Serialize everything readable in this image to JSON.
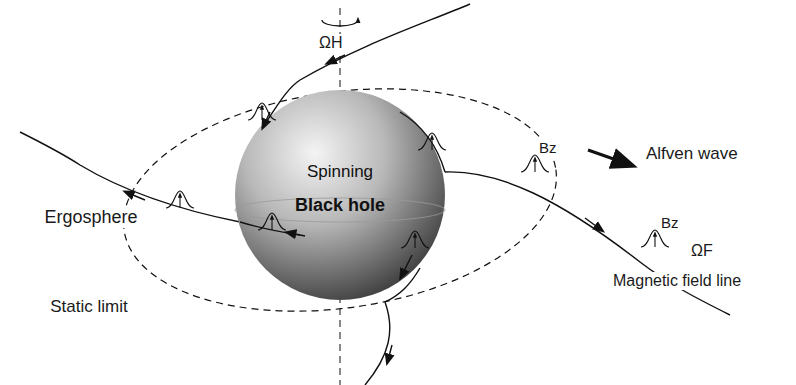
{
  "diagram": {
    "nodes": [
      {
        "text": [
          "Spinning",
          "Black hole"
        ]
      }
    ],
    "labels": [
      "ΩH",
      "Ergosphere",
      "Static limit",
      "Alfven wave",
      "Bz",
      "Bz",
      "ΩF",
      "Magnetic field line"
    ]
  }
}
